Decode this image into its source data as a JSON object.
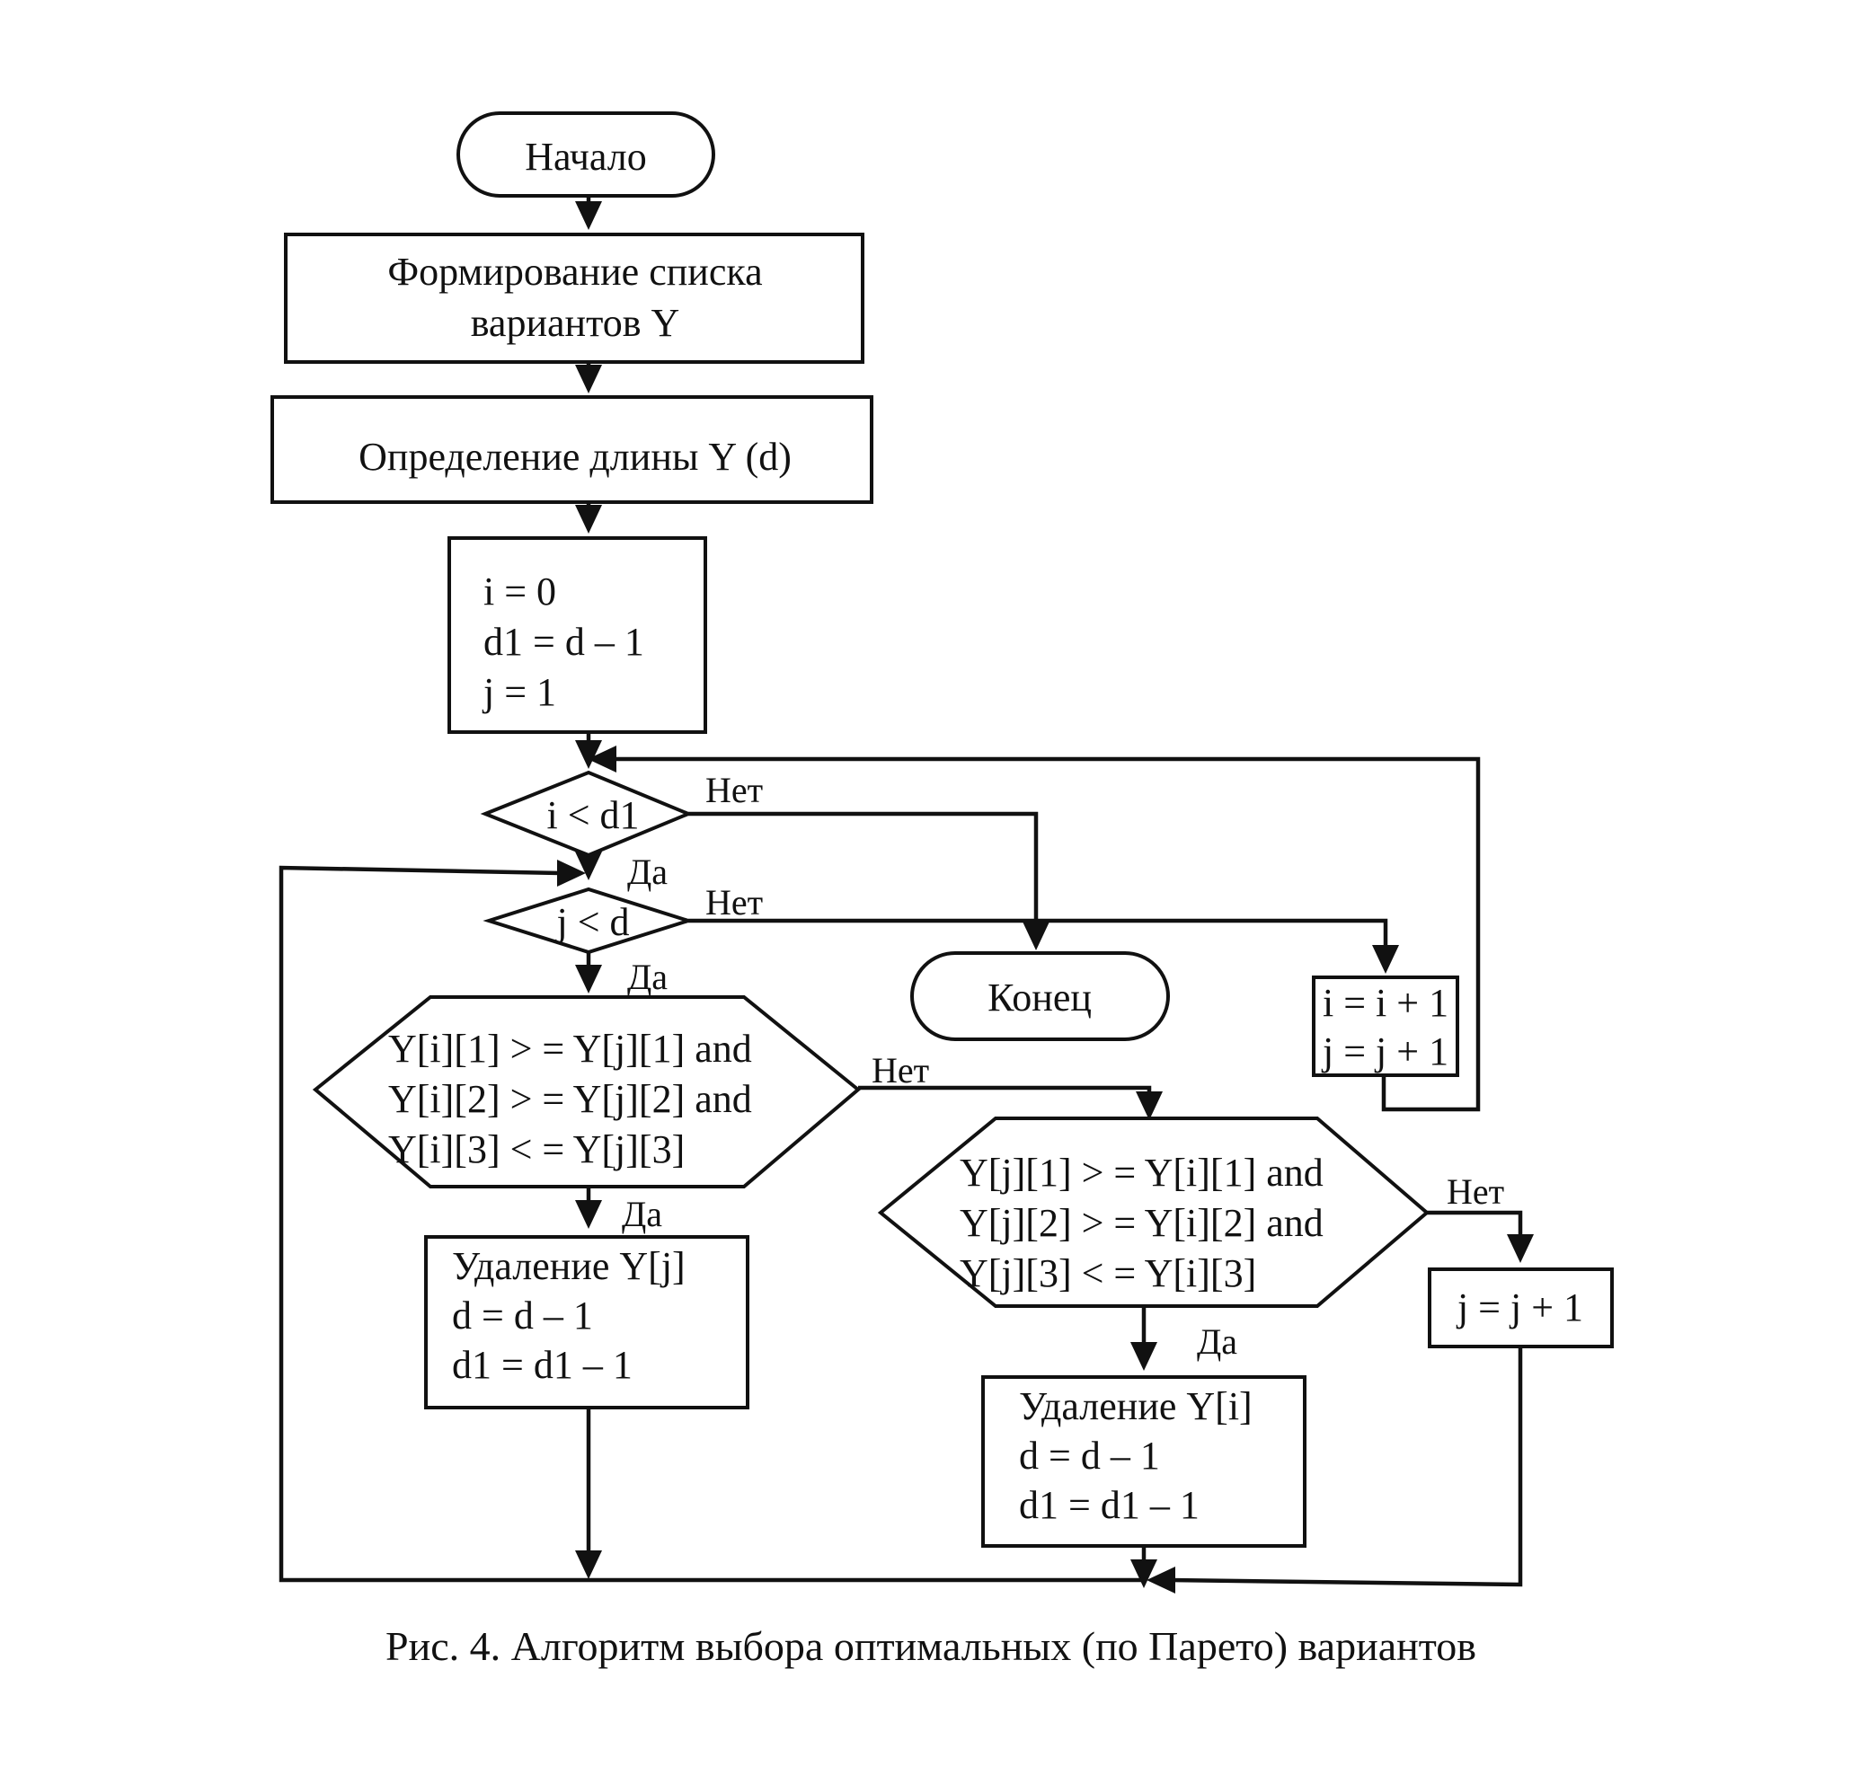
{
  "flowchart": {
    "start": "Начало",
    "form_list": [
      "Формирование списка",
      "вариантов Y"
    ],
    "determine_length": "Определение длины Y (d)",
    "init": [
      "i = 0",
      "d1 = d – 1",
      "j = 1"
    ],
    "cond_i": "i < d1",
    "cond_j": "j < d",
    "cond_dominates_j": [
      "Y[i][1] > = Y[j][1] and",
      "Y[i][2] > = Y[j][2] and",
      "Y[i][3] < = Y[j][3]"
    ],
    "cond_dominates_i": [
      "Y[j][1] > = Y[i][1] and",
      "Y[j][2] > = Y[i][2] and",
      "Y[j][3] < = Y[i][3]"
    ],
    "remove_j": [
      "Удаление Y[j]",
      "d = d – 1",
      "d1 = d1 – 1"
    ],
    "remove_i": [
      "Удаление Y[i]",
      "d = d – 1",
      "d1 = d1 – 1"
    ],
    "increment_both": [
      "i = i + 1",
      "j = j + 1"
    ],
    "increment_j": "j = j + 1",
    "end": "Конец",
    "labels": {
      "no_i": "Нет",
      "yes_i": "Да",
      "no_j": "Нет",
      "yes_j": "Да",
      "no_hex1": "Нет",
      "yes_hex1": "Да",
      "no_hex2": "Нет",
      "yes_hex2": "Да"
    }
  },
  "caption": "Рис. 4. Алгоритм выбора оптимальных (по Парето) вариантов"
}
